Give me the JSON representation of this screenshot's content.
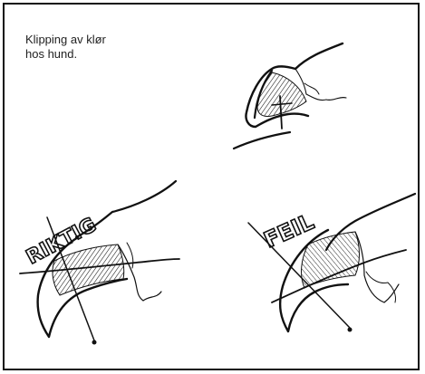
{
  "caption": {
    "line1": "Klipping av klør",
    "line2": "hos hund."
  },
  "labels": {
    "correct": "RIKTIG",
    "wrong": "FEIL"
  },
  "colors": {
    "ink": "#111111",
    "text": "#222222",
    "background": "#ffffff"
  }
}
